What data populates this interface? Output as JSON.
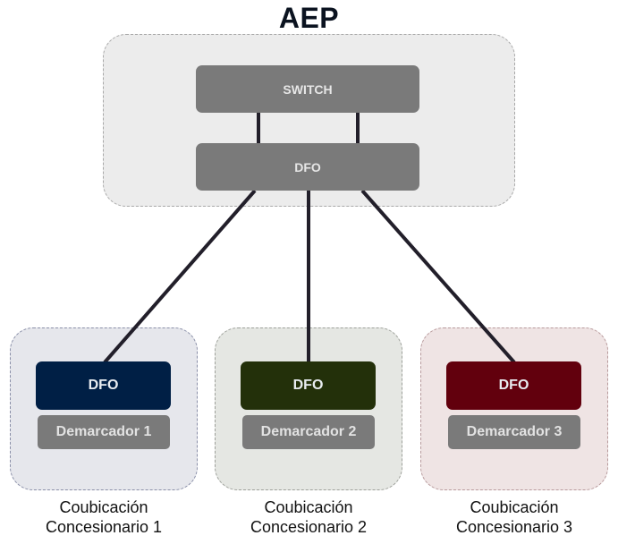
{
  "title": "AEP",
  "aep": {
    "switch_label": "SWITCH",
    "dfo_label": "DFO"
  },
  "sites": [
    {
      "dfo_label": "DFO",
      "demarcador_label": "Demarcador 1",
      "caption_line1": "Coubicación",
      "caption_line2": "Concesionario 1",
      "color": "#001f45"
    },
    {
      "dfo_label": "DFO",
      "demarcador_label": "Demarcador 2",
      "caption_line1": "Coubicación",
      "caption_line2": "Concesionario 2",
      "color": "#23300a"
    },
    {
      "dfo_label": "DFO",
      "demarcador_label": "Demarcador 3",
      "caption_line1": "Coubicación",
      "caption_line2": "Concesionario 3",
      "color": "#62000d"
    }
  ],
  "connections": [
    {
      "from": "switch",
      "to": "aep-dfo"
    },
    {
      "from": "switch",
      "to": "aep-dfo"
    },
    {
      "from": "aep-dfo",
      "to": "site-1-dfo"
    },
    {
      "from": "aep-dfo",
      "to": "site-2-dfo"
    },
    {
      "from": "aep-dfo",
      "to": "site-3-dfo"
    }
  ]
}
